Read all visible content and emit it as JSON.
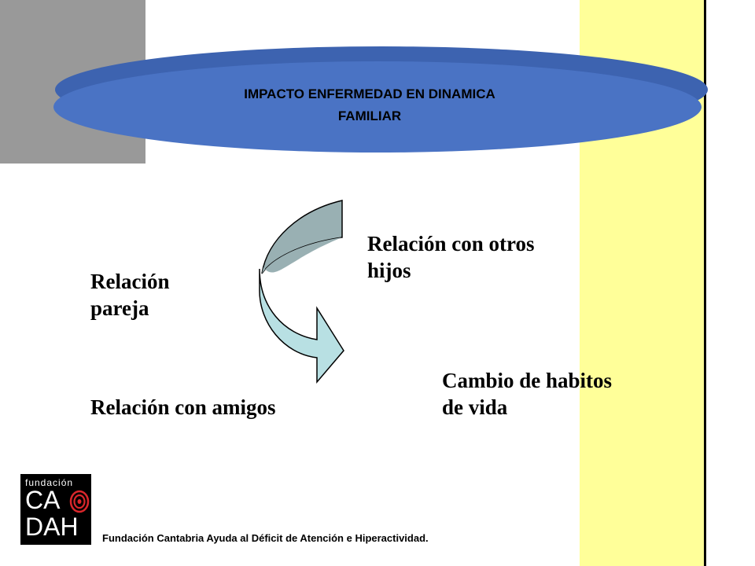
{
  "slide": {
    "title_line1": "IMPACTO ENFERMEDAD EN DINAMICA",
    "title_line2": "FAMILIAR",
    "labels": {
      "pareja_line1": "Relación",
      "pareja_line2": "pareja",
      "hijos_line1": "Relación con otros",
      "hijos_line2": "hijos",
      "amigos": "Relación con amigos",
      "habitos_line1": "Cambio de habitos",
      "habitos_line2": "de vida"
    },
    "icons": {
      "arrow": "curved-arrow-icon",
      "logo_mark": "spiral-icon"
    }
  },
  "logo": {
    "top": "fundación",
    "line1": "CA",
    "line2": "DAH"
  },
  "footer": {
    "text": "Fundación Cantabria Ayuda al Déficit de Atención e Hiperactividad."
  },
  "colors": {
    "ellipse": "#4a73c4",
    "ellipse_shadow": "#3d63b0",
    "gray_block": "#999999",
    "yellow_band": "#ffff99",
    "arrow_top": "#99b0b3",
    "arrow_bottom": "#b8e0e3",
    "logo_bg": "#000000",
    "logo_accent": "#d9262b"
  }
}
